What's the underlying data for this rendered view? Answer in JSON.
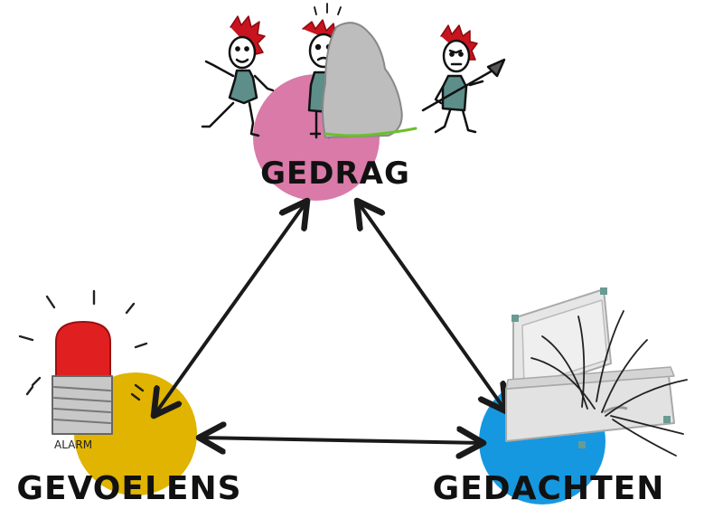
{
  "nodes": {
    "top": {
      "label": "GEDRAG",
      "color": "#d97aa8"
    },
    "left": {
      "label": "GEVOELENS",
      "color": "#e0b400"
    },
    "right": {
      "label": "GEDACHTEN",
      "color": "#1598e0"
    }
  },
  "alarm": {
    "label": "ALARM",
    "lamp_color": "#e02020"
  },
  "colors": {
    "arrow": "#1a1a1a",
    "hair": "#c8141e",
    "tunic": "#5d8e8a",
    "rock": "#bdbdbd"
  },
  "icons": [
    "caveman-fleeing-icon",
    "caveman-frozen-icon",
    "caveman-spear-icon",
    "alarm-light-icon",
    "open-suitcase-icon"
  ]
}
